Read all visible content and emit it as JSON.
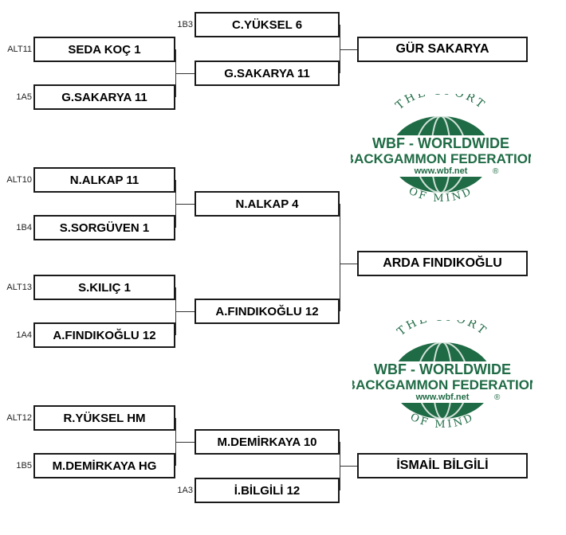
{
  "matches": {
    "m1": {
      "top": {
        "seed": "ALT11",
        "text": "SEDA KOÇ  1"
      },
      "bottom": {
        "seed": "1A5",
        "text": "G.SAKARYA  11"
      }
    },
    "m2": {
      "top": {
        "seed": "ALT10",
        "text": "N.ALKAP  11"
      },
      "bottom": {
        "seed": "1B4",
        "text": "S.SORGÜVEN  1"
      }
    },
    "m3": {
      "top": {
        "seed": "ALT13",
        "text": "S.KILIÇ  1"
      },
      "bottom": {
        "seed": "1A4",
        "text": "A.FINDIKOĞLU  12"
      }
    },
    "m4": {
      "top": {
        "seed": "ALT12",
        "text": "R.YÜKSEL  HM"
      },
      "bottom": {
        "seed": "1B5",
        "text": "M.DEMİRKAYA  HG"
      }
    }
  },
  "round2": {
    "r1": {
      "seed": "1B3",
      "text": "C.YÜKSEL  6"
    },
    "r2": {
      "text": "G.SAKARYA  11"
    },
    "r3": {
      "text": "N.ALKAP  4"
    },
    "r4": {
      "text": "A.FINDIKOĞLU  12"
    },
    "r5": {
      "text": "M.DEMİRKAYA  10"
    },
    "r6": {
      "seed": "1A3",
      "text": "İ.BİLGİLİ  12"
    }
  },
  "winners": {
    "w1": "GÜR SAKARYA",
    "w2": "ARDA FINDIKOĞLU",
    "w3": "İSMAİL BİLGİLİ"
  },
  "logo": {
    "top_arc": "THE SPORT",
    "line1": "WBF - WORLDWIDE",
    "line2": "BACKGAMMON FEDERATION",
    "url": "www.wbf.net",
    "bottom_arc": "OF MIND",
    "registered": "®",
    "color": "#1f6b45"
  }
}
